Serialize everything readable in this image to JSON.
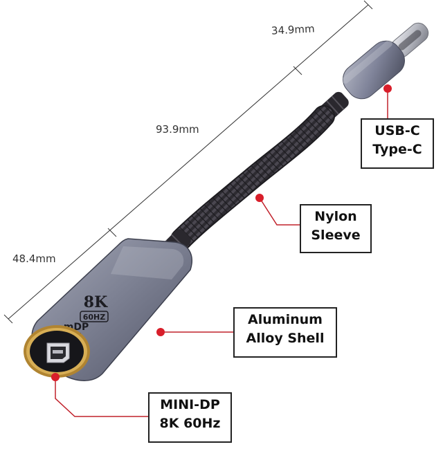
{
  "dimensions": {
    "connector_length": "34.9mm",
    "cable_length": "93.9mm",
    "shell_length": "48.4mm"
  },
  "callouts": {
    "usbc": {
      "line1": "USB-C",
      "line2": "Type-C"
    },
    "nylon": {
      "line1": "Nylon",
      "line2": "Sleeve"
    },
    "aluminum": {
      "line1": "Aluminum",
      "line2": "Alloy Shell"
    },
    "minidp": {
      "line1": "MINI-DP",
      "line2": "8K 60Hz"
    }
  },
  "shell_print": {
    "resolution": "8K",
    "refresh": "60HZ",
    "port": "mDP"
  },
  "colors": {
    "marker": "#d81e2a",
    "leader": "#c0202a",
    "shell": "#7b7f92",
    "gold_ring": "#c99a3c",
    "cable": "#2c2a30"
  }
}
